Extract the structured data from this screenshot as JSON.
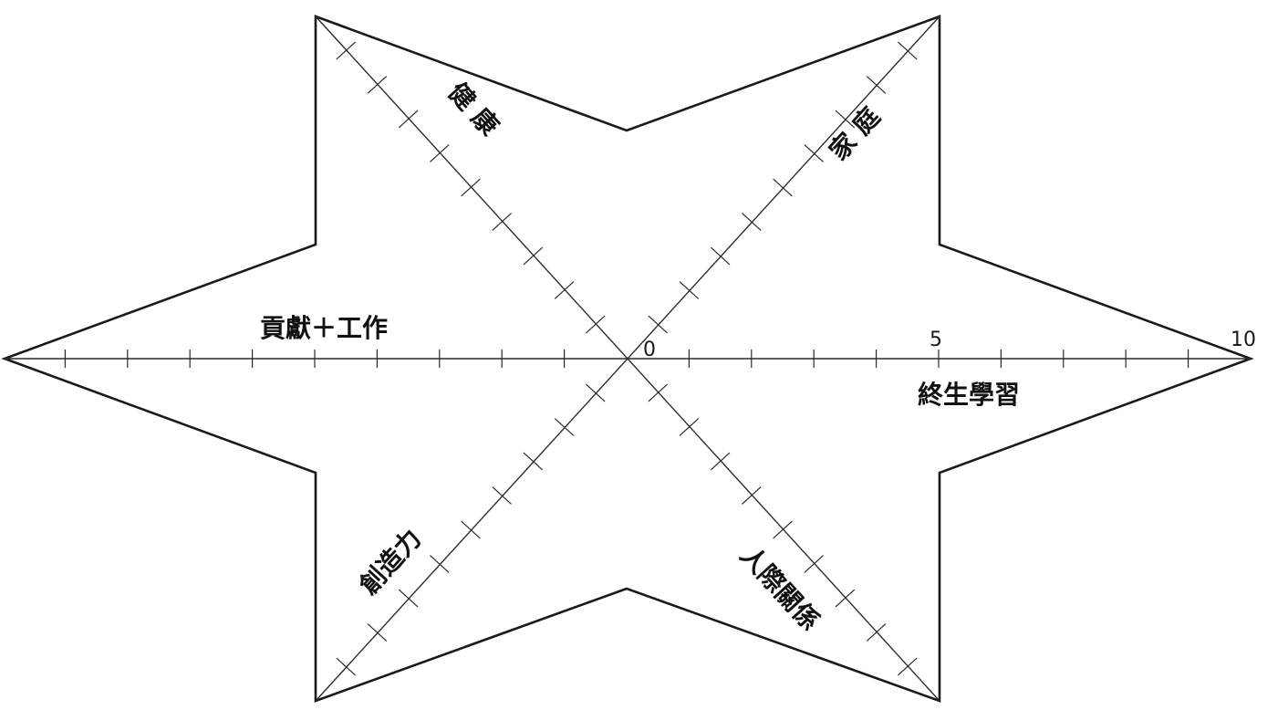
{
  "diagram": {
    "type": "six-axis star rating wheel",
    "scale": {
      "min": 0,
      "max": 10,
      "step": 1,
      "labels": [
        "0",
        "5",
        "10"
      ]
    },
    "axes": [
      {
        "id": "lifelong-learning",
        "label": "終生學習"
      },
      {
        "id": "family",
        "label": "家 庭"
      },
      {
        "id": "health",
        "label": "健 康"
      },
      {
        "id": "contribution-work",
        "label": "貢獻＋工作"
      },
      {
        "id": "creativity",
        "label": "創造力"
      },
      {
        "id": "relationships",
        "label": "人際關係"
      }
    ],
    "colors": {
      "outline": "#1a1a1a",
      "axis": "#2a2a2a",
      "text": "#111111",
      "background": "#ffffff"
    }
  }
}
